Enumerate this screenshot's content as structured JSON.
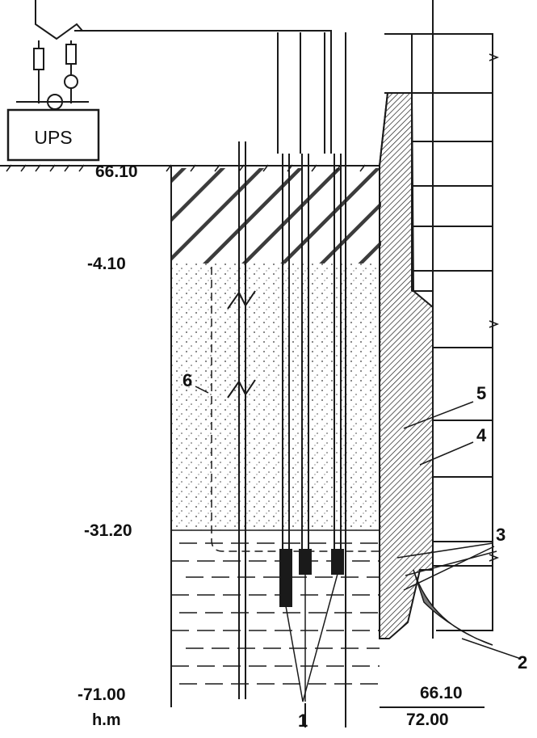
{
  "equipment": {
    "ups_label": "UPS"
  },
  "elevations": {
    "ground": "66.10",
    "clay_bottom": "-4.10",
    "sand_bottom": "-31.20",
    "toe": "-71.00",
    "unit": "h.m",
    "right_lower": "66.10",
    "right_bottom": "72.00"
  },
  "callouts": {
    "n1": "1",
    "n2": "2",
    "n3": "3",
    "n4": "4",
    "n5": "5",
    "n6": "6"
  },
  "colors": {
    "ink": "#1a1a1a",
    "background": "#ffffff"
  }
}
